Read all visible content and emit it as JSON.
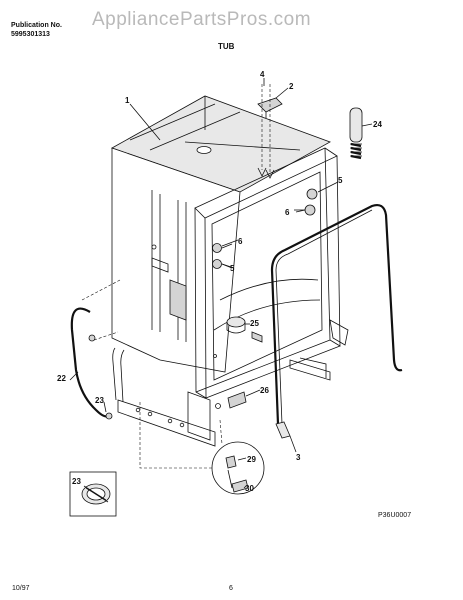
{
  "header": {
    "publication_label": "Publication No.",
    "publication_number": "5995301313",
    "watermark": "AppliancePartsPros.com",
    "title": "TUB"
  },
  "callouts": [
    "1",
    "2",
    "3",
    "4",
    "5",
    "5",
    "6",
    "6",
    "22",
    "23",
    "23",
    "24",
    "25",
    "26",
    "29",
    "30"
  ],
  "diagram_code": "P36U0007",
  "footer": {
    "date": "10/97",
    "page": "6"
  }
}
